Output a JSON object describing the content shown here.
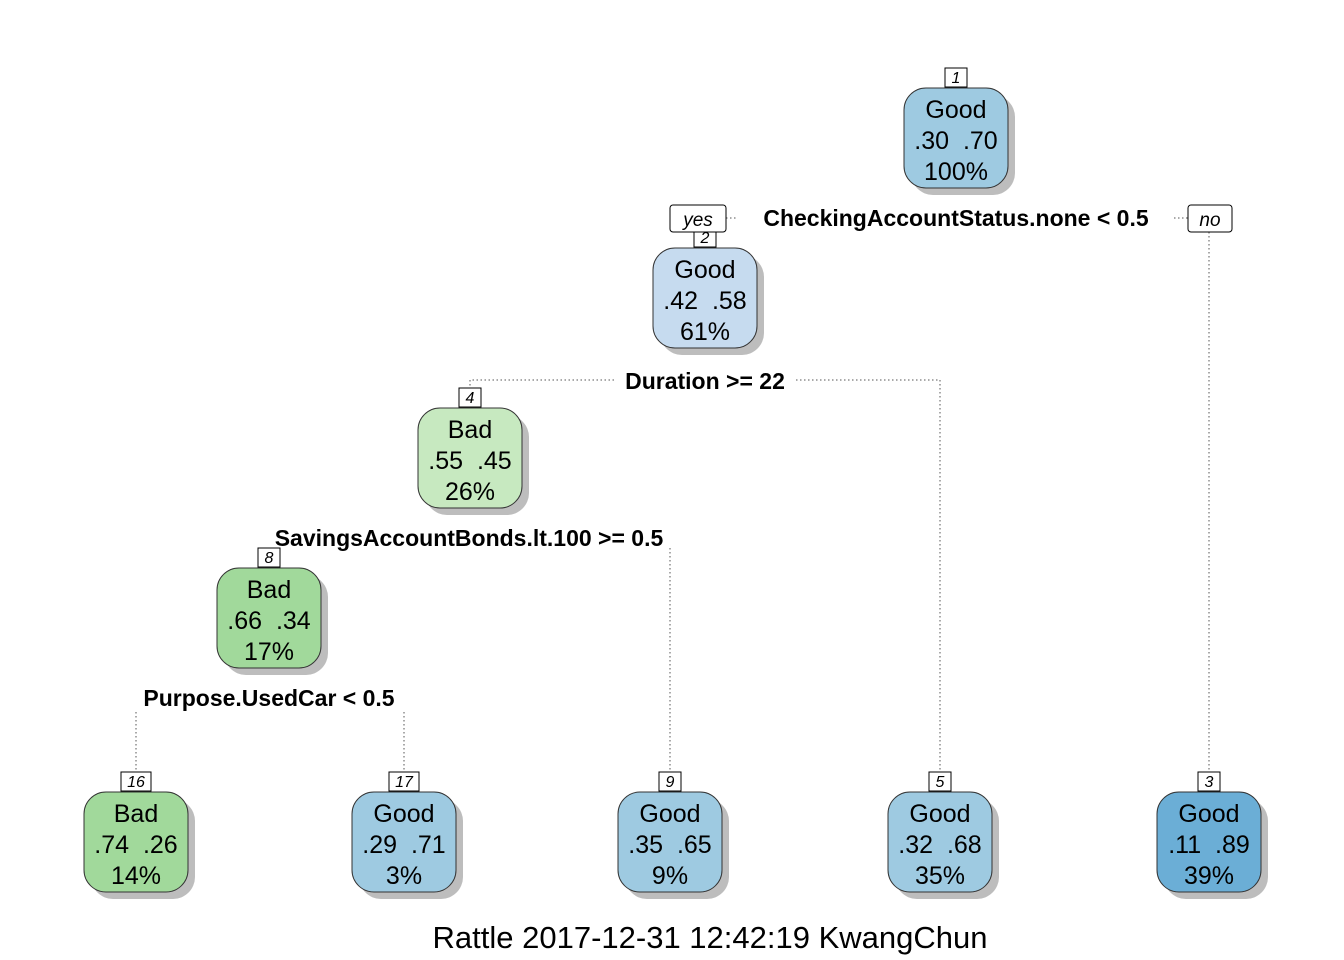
{
  "colors": {
    "good_light": "#c6dbef",
    "good_mid": "#9ecae1",
    "good_dark": "#6baed6",
    "bad_light": "#c7e9c0",
    "bad_mid": "#a1d99b",
    "shadow": "#bdbdbd"
  },
  "branch_labels": {
    "yes": "yes",
    "no": "no"
  },
  "nodes": [
    {
      "id": "1",
      "cls": "Good",
      "probs": ".30  .70",
      "pct": "100%"
    },
    {
      "id": "2",
      "cls": "Good",
      "probs": ".42  .58",
      "pct": "61%"
    },
    {
      "id": "3",
      "cls": "Good",
      "probs": ".11  .89",
      "pct": "39%"
    },
    {
      "id": "4",
      "cls": "Bad",
      "probs": ".55  .45",
      "pct": "26%"
    },
    {
      "id": "5",
      "cls": "Good",
      "probs": ".32  .68",
      "pct": "35%"
    },
    {
      "id": "8",
      "cls": "Bad",
      "probs": ".66  .34",
      "pct": "17%"
    },
    {
      "id": "9",
      "cls": "Good",
      "probs": ".35  .65",
      "pct": "9%"
    },
    {
      "id": "16",
      "cls": "Bad",
      "probs": ".74  .26",
      "pct": "14%"
    },
    {
      "id": "17",
      "cls": "Good",
      "probs": ".29  .71",
      "pct": "3%"
    }
  ],
  "splits": {
    "1": "CheckingAccountStatus.none < 0.5",
    "2": "Duration >= 22",
    "4": "SavingsAccountBonds.lt.100 >= 0.5",
    "8": "Purpose.UsedCar < 0.5"
  },
  "footer": "Rattle 2017-12-31 12:42:19 KwangChun"
}
